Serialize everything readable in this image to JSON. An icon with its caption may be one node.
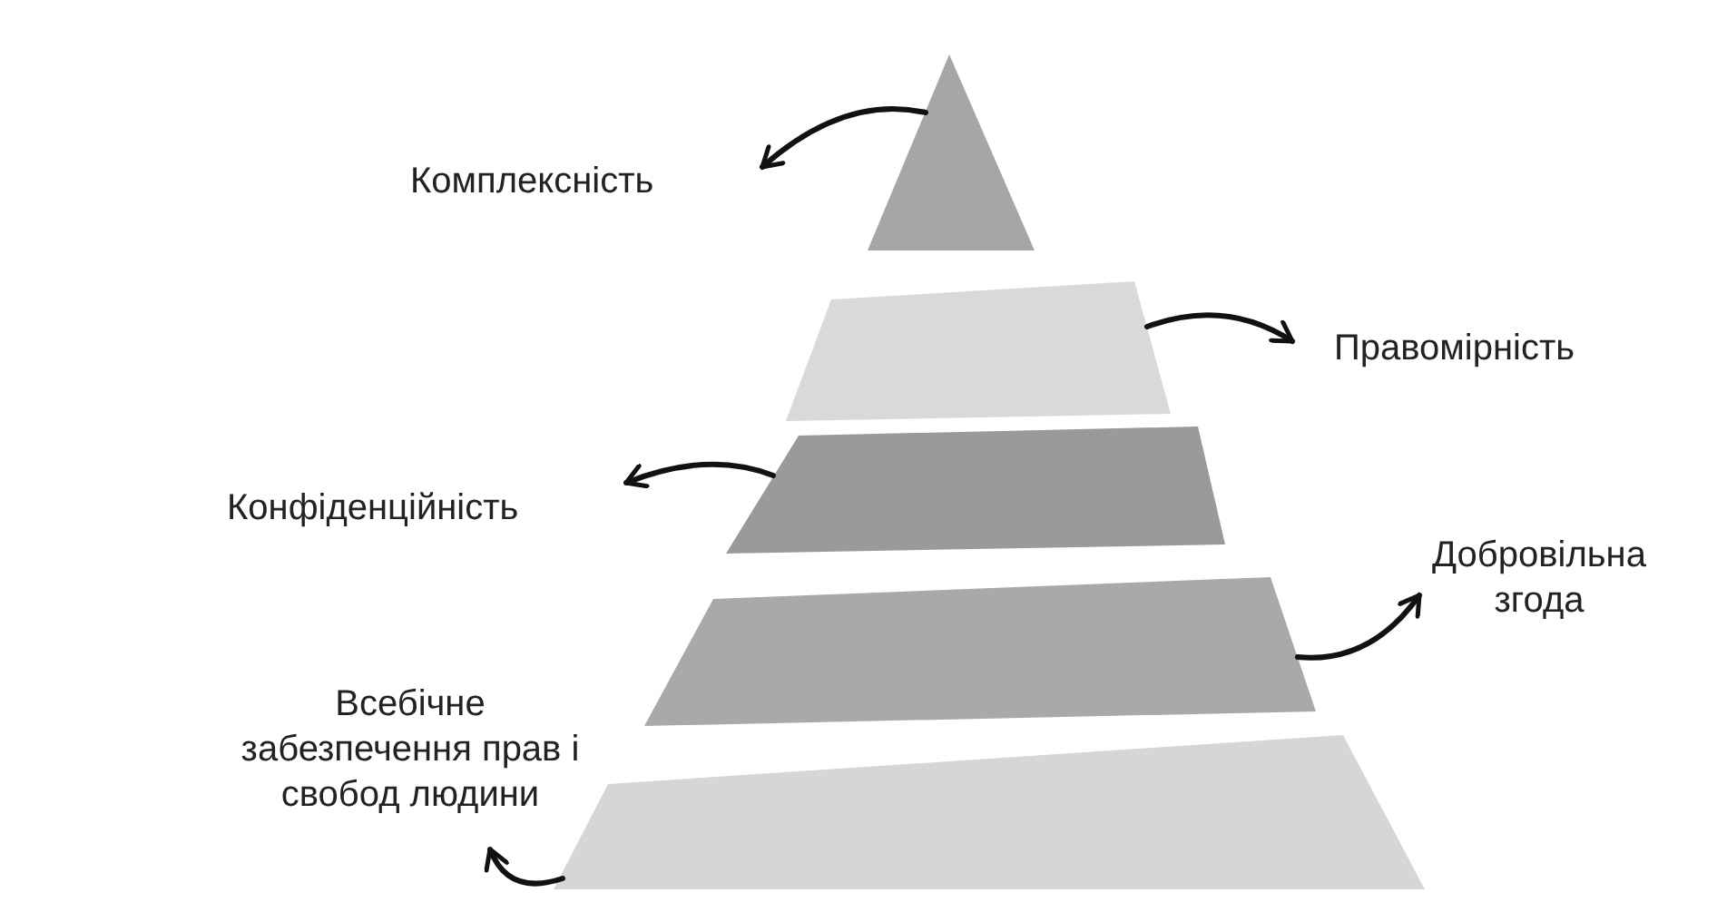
{
  "diagram": {
    "nodes": [
      {
        "text": [],
        "shape": "triangle"
      },
      {
        "text": [
          "Комплексність"
        ]
      },
      {
        "text": [],
        "shape": "trapezoid"
      },
      {
        "text": [
          "Правомірність"
        ]
      },
      {
        "text": [],
        "shape": "trapezoid"
      },
      {
        "text": [
          "Конфіденційність"
        ]
      },
      {
        "text": [],
        "shape": "trapezoid"
      },
      {
        "text": [
          "Добровільна згода"
        ]
      },
      {
        "text": [],
        "shape": "trapezoid"
      },
      {
        "text": [
          "Всебічне забезпечення прав і свобод людини"
        ]
      }
    ],
    "edges": [
      {
        "from": 0,
        "to": 1,
        "arrow": "to"
      },
      {
        "from": 2,
        "to": 3,
        "arrow": "to"
      },
      {
        "from": 4,
        "to": 5,
        "arrow": "to"
      },
      {
        "from": 6,
        "to": 7,
        "arrow": "to"
      },
      {
        "from": 8,
        "to": 9,
        "arrow": "to"
      }
    ]
  }
}
